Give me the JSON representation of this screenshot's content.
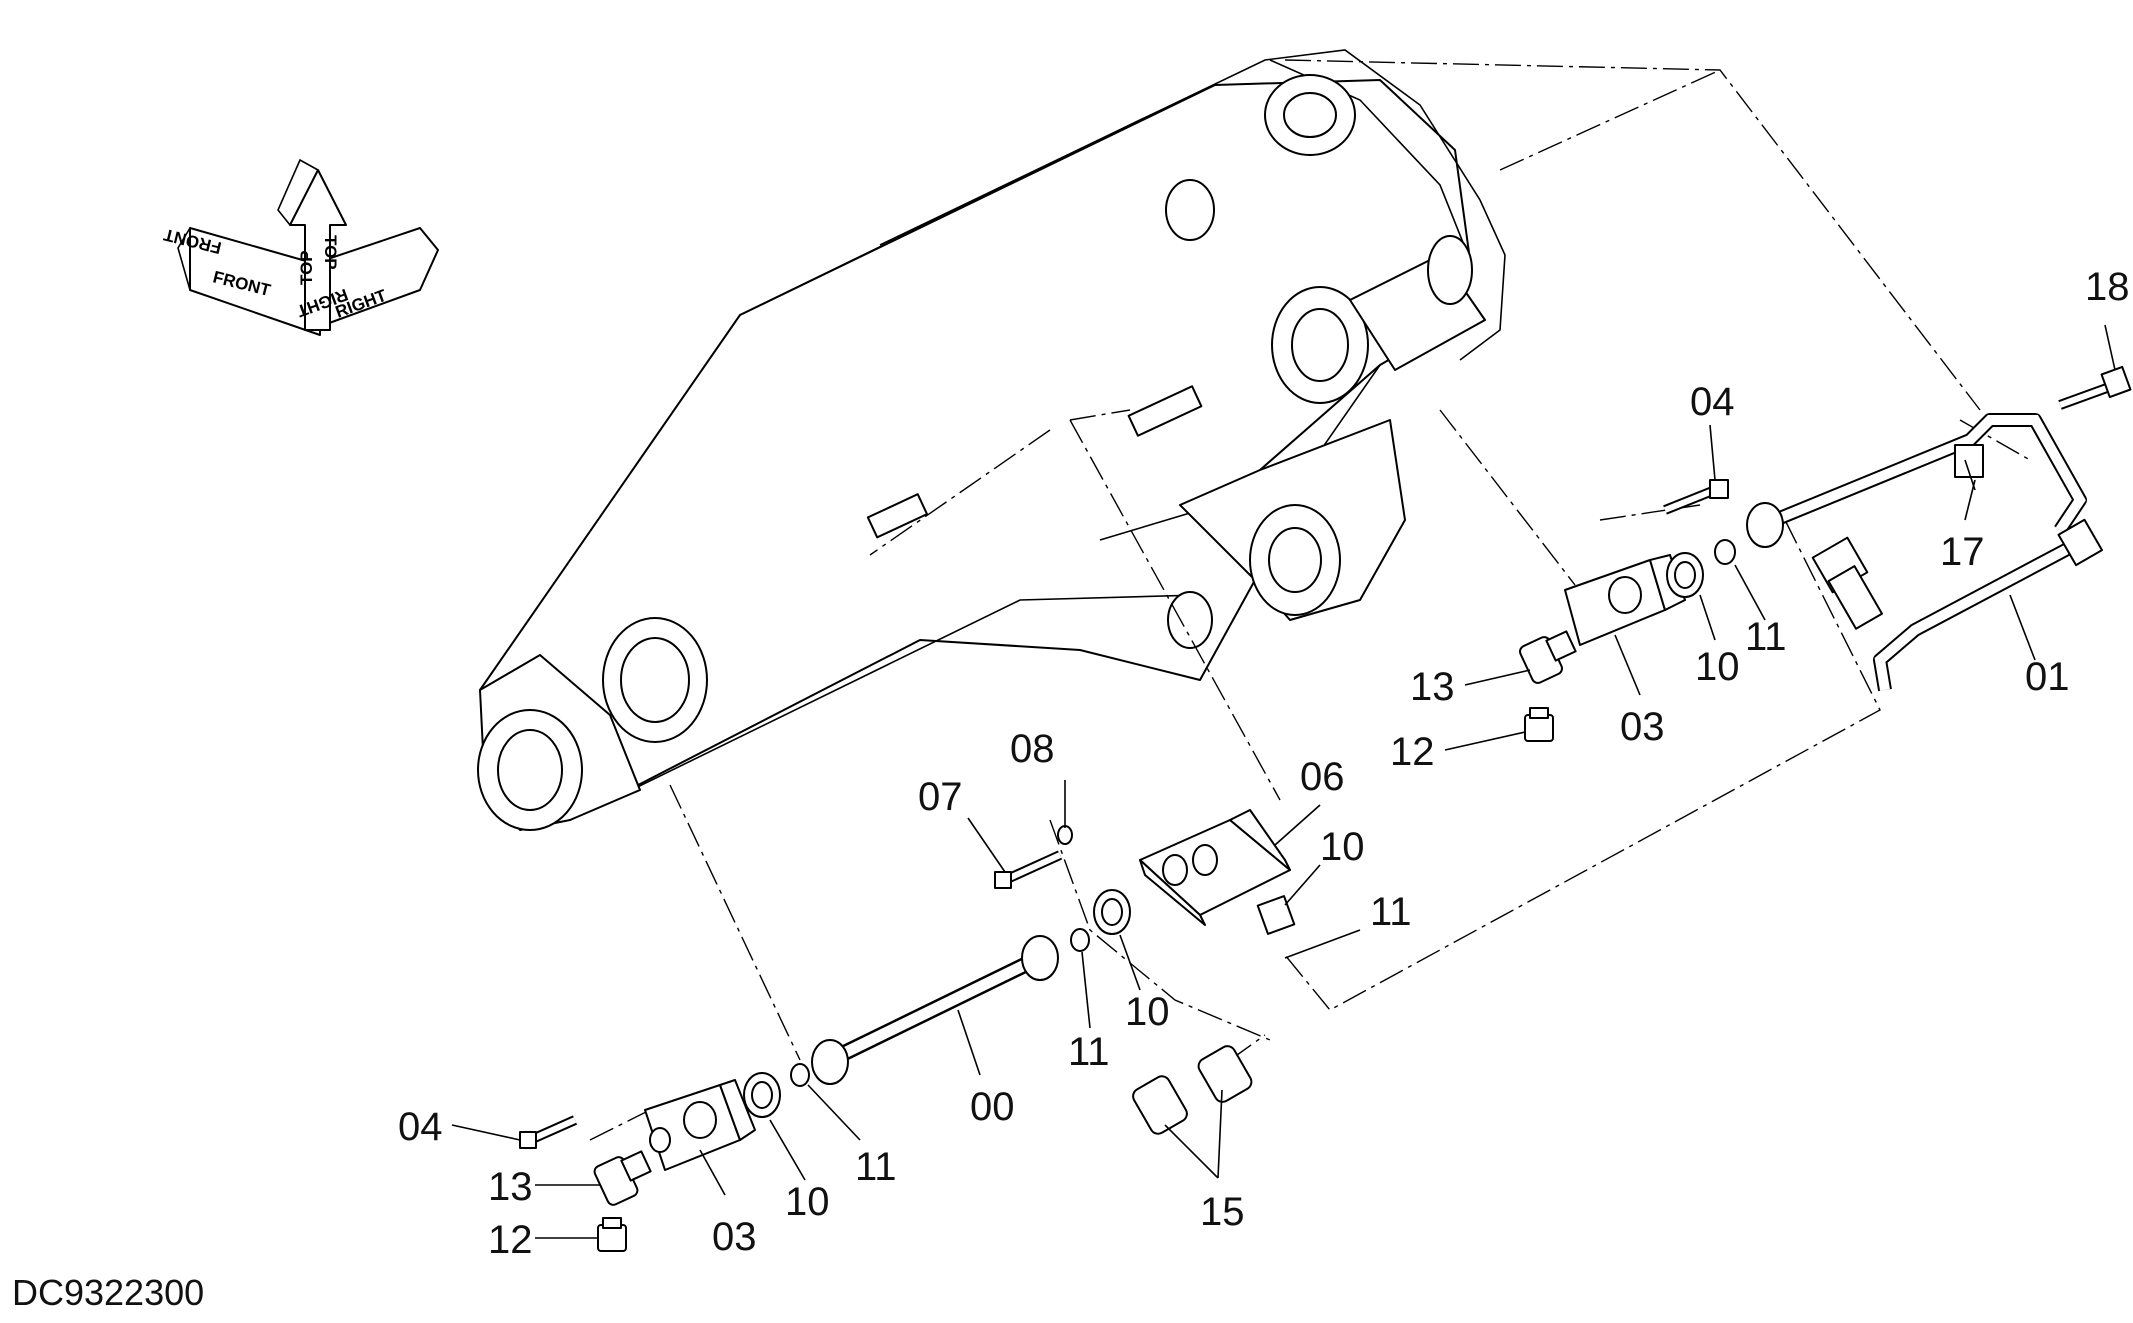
{
  "drawing_code": "DC9322300",
  "orientation": {
    "front": "FRONT",
    "top": "TOP",
    "right": "RIGHT"
  },
  "part_labels": {
    "p18": "18",
    "p04_right": "04",
    "p17": "17",
    "p01": "01",
    "p11_right": "11",
    "p10_right": "10",
    "p03_right": "03",
    "p13_right": "13",
    "p12_right": "12",
    "p06": "06",
    "p08": "08",
    "p07": "07",
    "p10_upper_mid": "10",
    "p11_mid": "11",
    "p10_mid": "10",
    "p11_center": "11",
    "p00": "00",
    "p04_left": "04",
    "p13_left": "13",
    "p12_left": "12",
    "p03_left": "03",
    "p10_left": "10",
    "p11_left": "11",
    "p15": "15"
  },
  "colors": {
    "line": "#000000",
    "background": "#ffffff"
  }
}
